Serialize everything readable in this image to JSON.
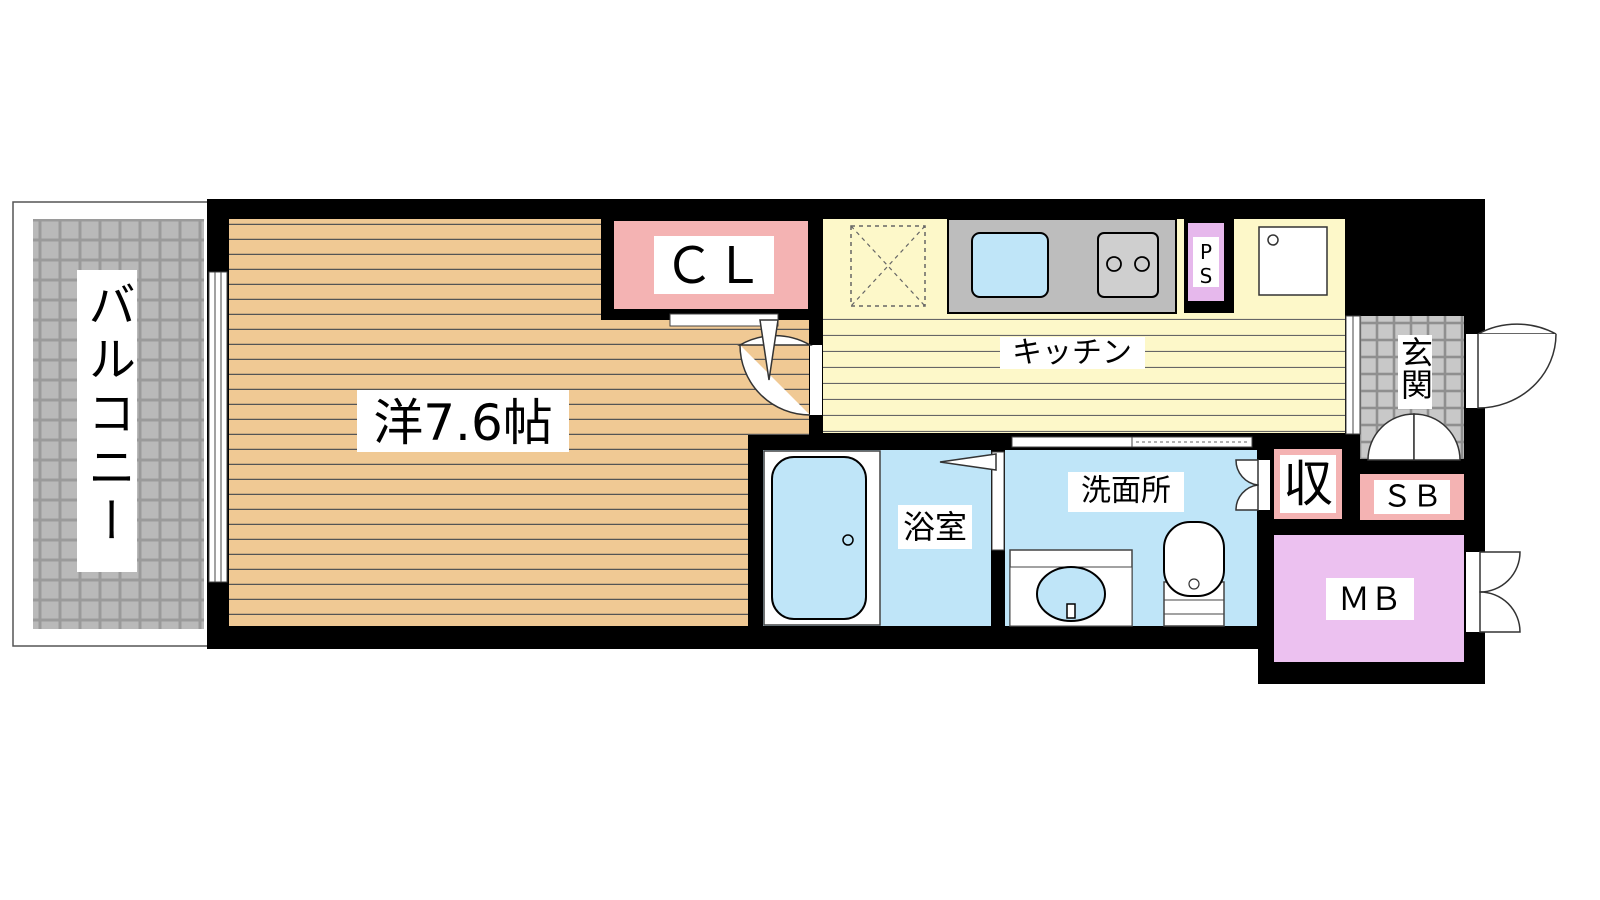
{
  "floor_plan": {
    "balcony_label": "バルコニー",
    "western_room_label": "洋7.6帖",
    "closet_label": "ＣＬ",
    "kitchen_label": "キッチン",
    "pipe_space_label": "PS",
    "entrance_label": "玄関",
    "shoe_box_label": "ＳＢ",
    "storage_label": "収",
    "bathroom_label": "浴室",
    "washroom_label": "洗面所",
    "meter_box_label": "ＭＢ"
  },
  "colors": {
    "wall": "#000000",
    "western_room": "#f0c994",
    "closet": "#f4b3b3",
    "kitchen": "#fdf8c9",
    "pipe_space": "#e6b8ec",
    "bath_wash": "#bfe5f8",
    "entrance": "#c8c8c8",
    "shoe_box": "#f4b3b3",
    "meter_box": "#ecc1f0",
    "sink_counter": "#bdbdbd"
  }
}
